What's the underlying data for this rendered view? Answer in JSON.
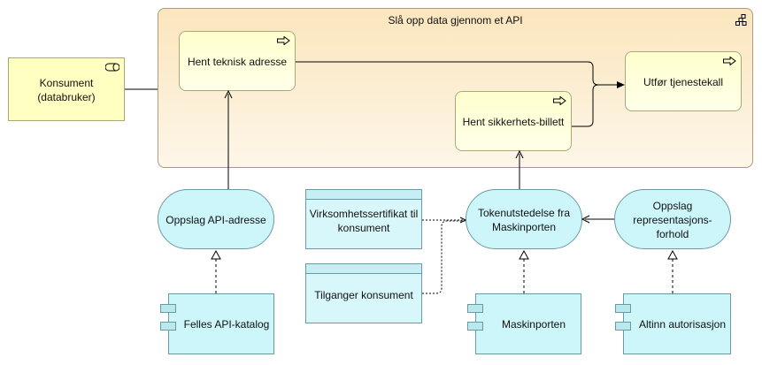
{
  "diagram": {
    "container_title": "Slå opp data gjennom et API",
    "actor": {
      "label": "Konsument\n(databruker)"
    },
    "processes": {
      "hent_teknisk_adresse": "Hent teknisk adresse",
      "hent_sikkerhets_billett": "Hent sikkerhets-billett",
      "utfor_tjenestekall": "Utfør tjenestekall"
    },
    "services": {
      "oppslag_api_adresse": "Oppslag API-adresse",
      "tokenutstedelse": "Tokenutstedelse fra\nMaskinporten",
      "oppslag_representasjon": "Oppslag\nrepresentasjons-\nforhold"
    },
    "data_objects": {
      "virksomhetssertifikat": "Virksomhetssertifikat til\nkonsument",
      "tilganger": "Tilganger konsument"
    },
    "components": {
      "felles_api_katalog": "Felles API-katalog",
      "maskinporten": "Maskinporten",
      "altinn_autorisasjon": "Altinn autorisasjon"
    },
    "icons": [
      "role-icon",
      "process-arrow-icon",
      "grouping-icon",
      "component-icon"
    ],
    "colors": {
      "business": "#ffffc2",
      "container": "#fbe6bd",
      "application": "#cdf6fb",
      "line": "#000000"
    }
  }
}
